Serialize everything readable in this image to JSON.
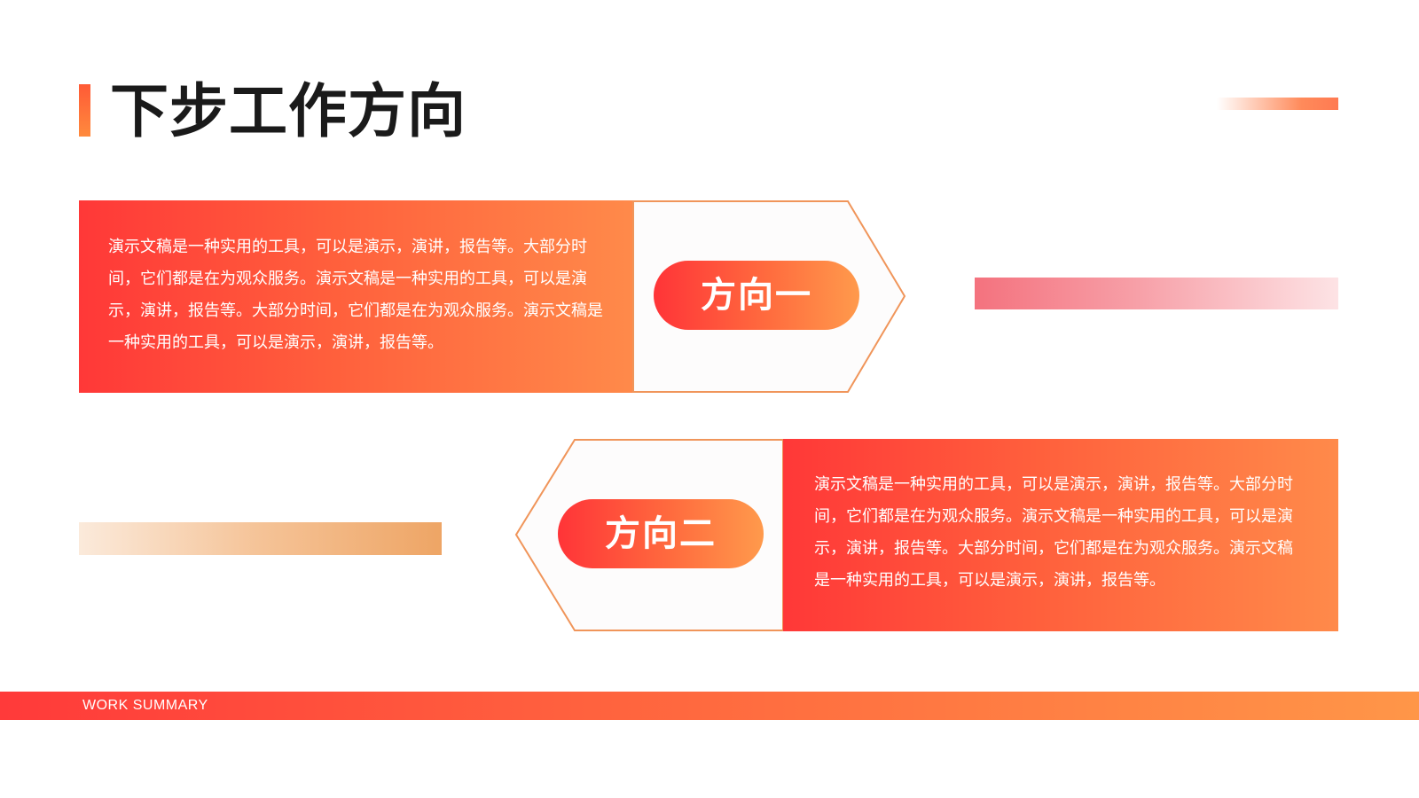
{
  "title": "下步工作方向",
  "directions": [
    {
      "label": "方向一",
      "text": "演示文稿是一种实用的工具，可以是演示，演讲，报告等。大部分时间，它们都是在为观众服务。演示文稿是一种实用的工具，可以是演示，演讲，报告等。大部分时间，它们都是在为观众服务。演示文稿是一种实用的工具，可以是演示，演讲，报告等。"
    },
    {
      "label": "方向二",
      "text": "演示文稿是一种实用的工具，可以是演示，演讲，报告等。大部分时间，它们都是在为观众服务。演示文稿是一种实用的工具，可以是演示，演讲，报告等。大部分时间，它们都是在为观众服务。演示文稿是一种实用的工具，可以是演示，演讲，报告等。"
    }
  ],
  "footer": {
    "text": "WORK SUMMARY"
  },
  "colors": {
    "accent_red": "#ff3838",
    "accent_orange": "#ff8a4a",
    "outline": "#f0955a",
    "title_text": "#1a1a1a"
  }
}
